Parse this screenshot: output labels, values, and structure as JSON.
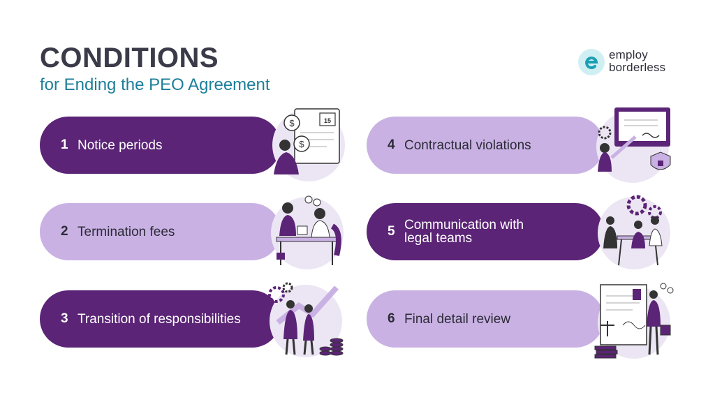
{
  "header": {
    "title": "CONDITIONS",
    "subtitle": "for Ending the PEO Agreement"
  },
  "logo": {
    "line1": "employ",
    "line2": "borderless",
    "mark_letter": "e",
    "mark_bg": "#cfeff3"
  },
  "colors": {
    "dark_pill": "#5b2476",
    "light_pill": "#c9b2e3",
    "title": "#3a3a48",
    "subtitle": "#1d7f9a"
  },
  "items": [
    {
      "number": "1",
      "label": "Notice periods",
      "style": "dark",
      "icon": "invoice-payment-illustration"
    },
    {
      "number": "2",
      "label": "Termination fees",
      "style": "light",
      "icon": "office-meeting-illustration"
    },
    {
      "number": "3",
      "label": "Transition of responsibilities",
      "style": "dark",
      "icon": "handshake-growth-illustration"
    },
    {
      "number": "4",
      "label": "Contractual violations",
      "style": "light",
      "icon": "contract-signing-illustration"
    },
    {
      "number": "5",
      "label": "Communication with legal teams",
      "style": "dark",
      "icon": "team-discussion-illustration"
    },
    {
      "number": "6",
      "label": "Final detail review",
      "style": "light",
      "icon": "document-review-illustration"
    }
  ],
  "illustration_text": {
    "calendar_day": "15"
  }
}
